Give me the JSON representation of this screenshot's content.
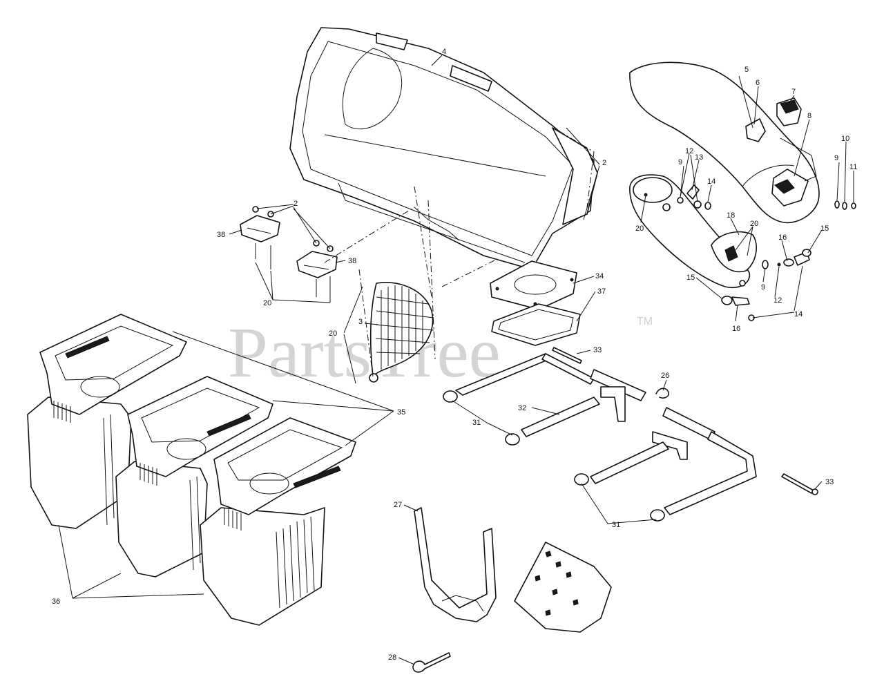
{
  "watermark": {
    "brand": "PartsTree",
    "mark": "TM"
  },
  "callouts": {
    "c2a": "2",
    "c2b": "2",
    "c3": "3",
    "c4": "4",
    "c5": "5",
    "c6": "6",
    "c7": "7",
    "c8": "8",
    "c9a": "9",
    "c9b": "9",
    "c9c": "9",
    "c10": "10",
    "c11": "11",
    "c12a": "12",
    "c12b": "12",
    "c13": "13",
    "c14a": "14",
    "c14b": "14",
    "c15a": "15",
    "c15b": "15",
    "c16a": "16",
    "c16b": "16",
    "c18": "18",
    "c20a": "20",
    "c20b": "20",
    "c20c": "20",
    "c20d": "20",
    "c26": "26",
    "c27": "27",
    "c28": "28",
    "c31a": "31",
    "c31b": "31",
    "c32": "32",
    "c33a": "33",
    "c33b": "33",
    "c34": "34",
    "c35": "35",
    "c36": "36",
    "c37": "37",
    "c38a": "38",
    "c38b": "38"
  }
}
